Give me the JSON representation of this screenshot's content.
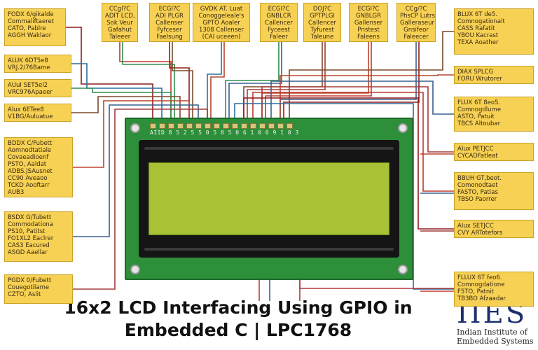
{
  "title": {
    "line1": "16x2 LCD Interfacing Using GPIO in",
    "line2": "Embedded C | LPC1768"
  },
  "logo": {
    "mark": "IIES",
    "line1": "Indian Institute of",
    "line2": "Embedded Systems"
  },
  "lcd": {
    "pin_label": "AIID 8 5 2 5 5 0 5 0 5 0 6 1 0 0 9 1 0 3"
  },
  "left_labels": [
    [
      "FODX 6/gikalde",
      "Commaliftaeret",
      "CATO, Pablre",
      "AGGH Waklaor"
    ],
    [
      "ALUK 6DT5e8",
      "VRJ.2/76Bame"
    ],
    [
      "AUuI SET5el2",
      "VRC976Apaeer"
    ],
    [
      "Alux 6ETee8",
      "V1BG/Auluatue"
    ],
    [
      "BDDX C/Fubett",
      "Aomnodtatiale",
      "Covaeadioenf",
      "PSTO, Aaldat",
      "ADBS.JSAusnet",
      "CC90 Aveaoo",
      "TCKD Aooftarr",
      "AUB3"
    ],
    [
      "BSDX G/Tubett",
      "Commodationa",
      "PS10, Patitst",
      "FO1XL2 Eaclrer",
      "CAS3 Eacured",
      "ASGD Aaellar"
    ],
    [
      "PGDX 0/Fubett",
      "Couegotilame",
      "CZTO, Aslit"
    ]
  ],
  "top_labels": [
    [
      "CCgI?C",
      "ADIT LCD,",
      "Sok Veur",
      "Gafahut",
      "Taleeer"
    ],
    [
      "ECGI?C",
      "ADI PLGR",
      "Callenser",
      "Fyfceser",
      "Faelsung"
    ],
    [
      "GVDK AT. Luat",
      "Conoggeleale's",
      "GPTO Aoaler",
      "1308 Callenser",
      "(CAI uceeen)"
    ],
    [
      "ECGI?C",
      "GNBLCR",
      "Callencer",
      "Fyceest",
      "Faleer"
    ],
    [
      "DOJ?C",
      "GPTPLGI",
      "Callencer",
      "Tyfurest",
      "Taleune"
    ],
    [
      "ECGI?C",
      "GNBLGR",
      "Gallenser",
      "Pristest",
      "Faleens"
    ],
    [
      "CCg/?C",
      "PhsCP Lutrs",
      "Galleraseur",
      "Gnsifeor",
      "Faleecer"
    ]
  ],
  "right_labels": [
    [
      "BLUX 6T de5.",
      "Comnogationalt",
      "CASS Rafatit",
      "YBOU Kacrast",
      "TEXA Aoather"
    ],
    [
      "DIAX SPLCG",
      "FORU Wrutorer"
    ],
    [
      "FLUX 6T 8eo5.",
      "Comnogdlume",
      "ASTO, Patuit",
      "TBCS Altoubar"
    ],
    [
      "AIux PETJCC",
      "CYCADFatleat"
    ],
    [
      "BBUH GT,beot.",
      "Comonodtaet",
      "FASTO, Patias",
      "TBSO Paorrer"
    ],
    [
      "AIux SETJCC",
      "CVY ARTotefors"
    ],
    [
      "FLLUX 6T feo6.",
      "Comnogdatione",
      "F5TO, Patnit",
      "TB3BO Afzaadar"
    ]
  ]
}
